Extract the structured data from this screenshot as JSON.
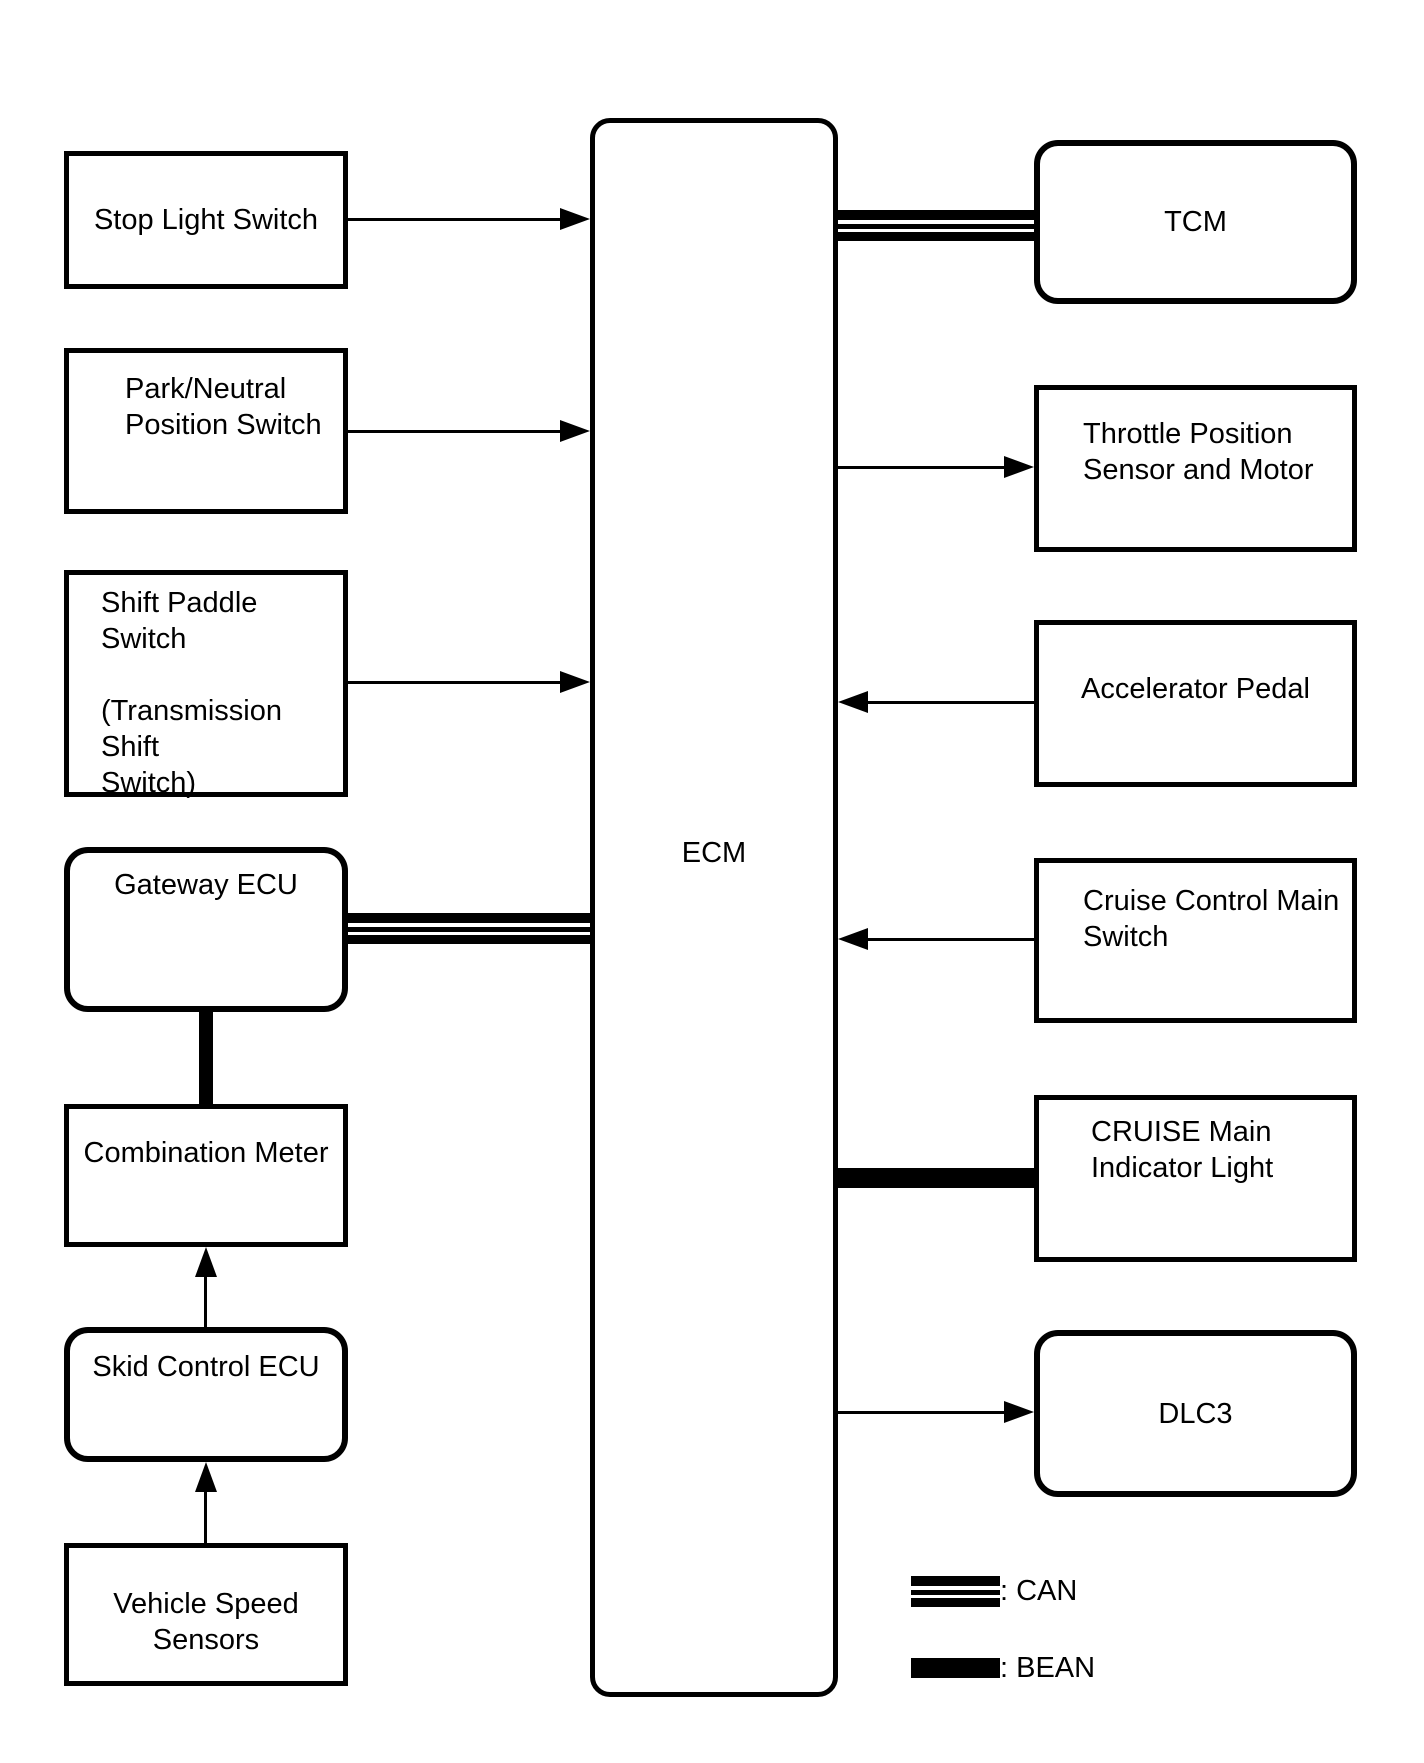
{
  "nodes": {
    "ecm": {
      "label": "ECM"
    },
    "stop_light_switch": {
      "label": "Stop Light Switch"
    },
    "park_neutral_position_switch": {
      "label": [
        "Park/Neutral",
        "Position Switch"
      ]
    },
    "shift_paddle_switch": {
      "label": [
        "Shift Paddle Switch",
        "",
        "(Transmission Shift",
        "Switch)"
      ]
    },
    "gateway_ecu": {
      "label": "Gateway ECU"
    },
    "combination_meter": {
      "label": "Combination Meter"
    },
    "skid_control_ecu": {
      "label": "Skid Control ECU"
    },
    "vehicle_speed_sensors": {
      "label": "Vehicle Speed Sensors"
    },
    "tcm": {
      "label": "TCM"
    },
    "throttle_position_sensor_and_motor": {
      "label": [
        "Throttle Position",
        "Sensor and Motor"
      ]
    },
    "accelerator_pedal": {
      "label": "Accelerator Pedal"
    },
    "cruise_control_main_switch": {
      "label": [
        "Cruise Control Main",
        "Switch"
      ]
    },
    "cruise_main_indicator_light": {
      "label": [
        "CRUISE Main",
        "Indicator Light"
      ]
    },
    "dlc3": {
      "label": "DLC3"
    }
  },
  "legend": {
    "can_label": ": CAN",
    "bean_label": ": BEAN"
  },
  "connections": [
    {
      "from": "Stop Light Switch",
      "to": "ECM",
      "type": "arrow"
    },
    {
      "from": "Park/Neutral Position Switch",
      "to": "ECM",
      "type": "arrow"
    },
    {
      "from": "Shift Paddle Switch (Transmission Shift Switch)",
      "to": "ECM",
      "type": "arrow"
    },
    {
      "from": "Gateway ECU",
      "to": "ECM",
      "type": "CAN"
    },
    {
      "from": "Gateway ECU",
      "to": "Combination Meter",
      "type": "BEAN"
    },
    {
      "from": "Skid Control ECU",
      "to": "Combination Meter",
      "type": "arrow"
    },
    {
      "from": "Vehicle Speed Sensors",
      "to": "Skid Control ECU",
      "type": "arrow"
    },
    {
      "from": "ECM",
      "to": "TCM",
      "type": "CAN"
    },
    {
      "from": "ECM",
      "to": "Throttle Position Sensor and Motor",
      "type": "arrow"
    },
    {
      "from": "Accelerator Pedal",
      "to": "ECM",
      "type": "arrow"
    },
    {
      "from": "Cruise Control Main Switch",
      "to": "ECM",
      "type": "arrow"
    },
    {
      "from": "ECM",
      "to": "CRUISE Main Indicator Light",
      "type": "BEAN"
    },
    {
      "from": "ECM",
      "to": "DLC3",
      "type": "arrow"
    }
  ],
  "colors": {
    "line": "#000000",
    "background": "#ffffff"
  }
}
